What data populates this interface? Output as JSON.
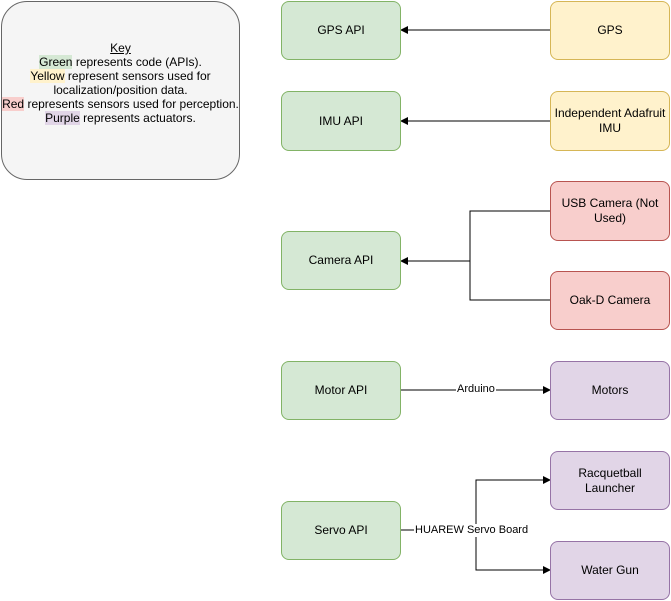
{
  "key": {
    "title": "Key",
    "lines": [
      {
        "highlight": "Green",
        "rest": " represents code (APIs)."
      },
      {
        "highlight": "Yellow",
        "rest": " represent sensors used for localization/position data."
      },
      {
        "highlight": "Red",
        "rest": " represents sensors used for perception."
      },
      {
        "highlight": "Purple",
        "rest": " represents actuators."
      }
    ]
  },
  "nodes": {
    "gps_api": "GPS API",
    "imu_api": "IMU API",
    "camera_api": "Camera API",
    "motor_api": "Motor API",
    "servo_api": "Servo API",
    "gps": "GPS",
    "imu": "Independent Adafruit IMU",
    "usb_camera": "USB Camera (Not Used)",
    "oakd_camera": "Oak-D Camera",
    "motors": "Motors",
    "launcher": "Racquetball Launcher",
    "water_gun": "Water Gun"
  },
  "edge_labels": {
    "arduino": "Arduino",
    "servo_board": "HUAREW Servo Board"
  },
  "colors": {
    "code": "#d5e8d4",
    "localization_sensor": "#fff2cc",
    "perception_sensor": "#f8cecc",
    "actuator": "#e1d5e7"
  }
}
